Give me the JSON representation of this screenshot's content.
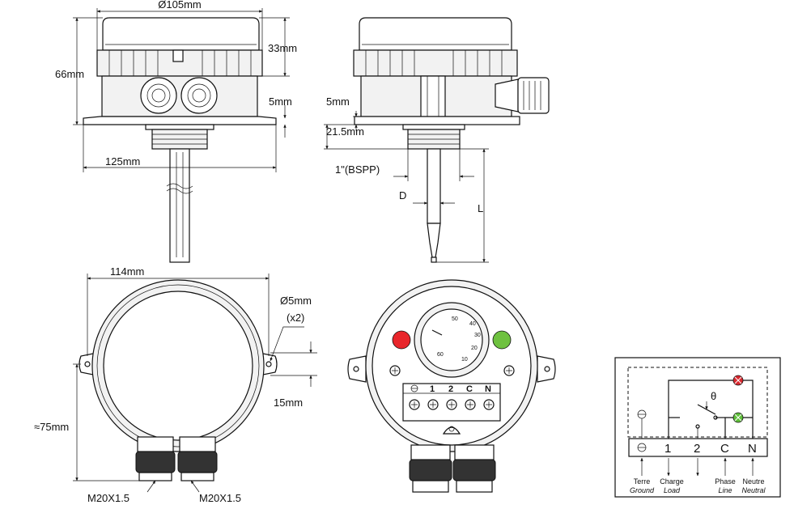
{
  "dimensions": {
    "diameter_top": "Ø105mm",
    "height_cover": "33mm",
    "height_total": "66mm",
    "flange_thickness": "5mm",
    "base_width": "125mm",
    "side_flange": "5mm",
    "thread_height": "21.5mm",
    "thread_spec": "1\"(BSPP)",
    "probe_diameter": "D",
    "probe_length": "L",
    "housing_width": "114mm",
    "hole_diameter": "Ø5mm",
    "hole_count": "(x2)",
    "hole_spacing": "15mm",
    "center_height": "≈75mm",
    "gland_left": "M20X1.5",
    "gland_right": "M20X1.5"
  },
  "dial": {
    "scale_labels": [
      "40",
      "30",
      "20",
      "10",
      "60",
      "50"
    ]
  },
  "terminal_block": {
    "labels": [
      "1",
      "2",
      "C",
      "N"
    ]
  },
  "wiring": {
    "angle_symbol": "θ",
    "terminals": [
      {
        "label": "1",
        "fr": "Charge",
        "en": "Load"
      },
      {
        "label": "2",
        "fr": "",
        "en": ""
      },
      {
        "label": "C",
        "fr": "Phase",
        "en": "Line"
      },
      {
        "label": "N",
        "fr": "Neutre",
        "en": "Neutral"
      }
    ],
    "ground": {
      "fr": "Terre",
      "en": "Ground"
    },
    "indicator_colors": {
      "red": "#d9282f",
      "green": "#5fbf3a"
    }
  },
  "colors": {
    "led_red": "#e8262b",
    "led_green": "#6ec13f"
  }
}
